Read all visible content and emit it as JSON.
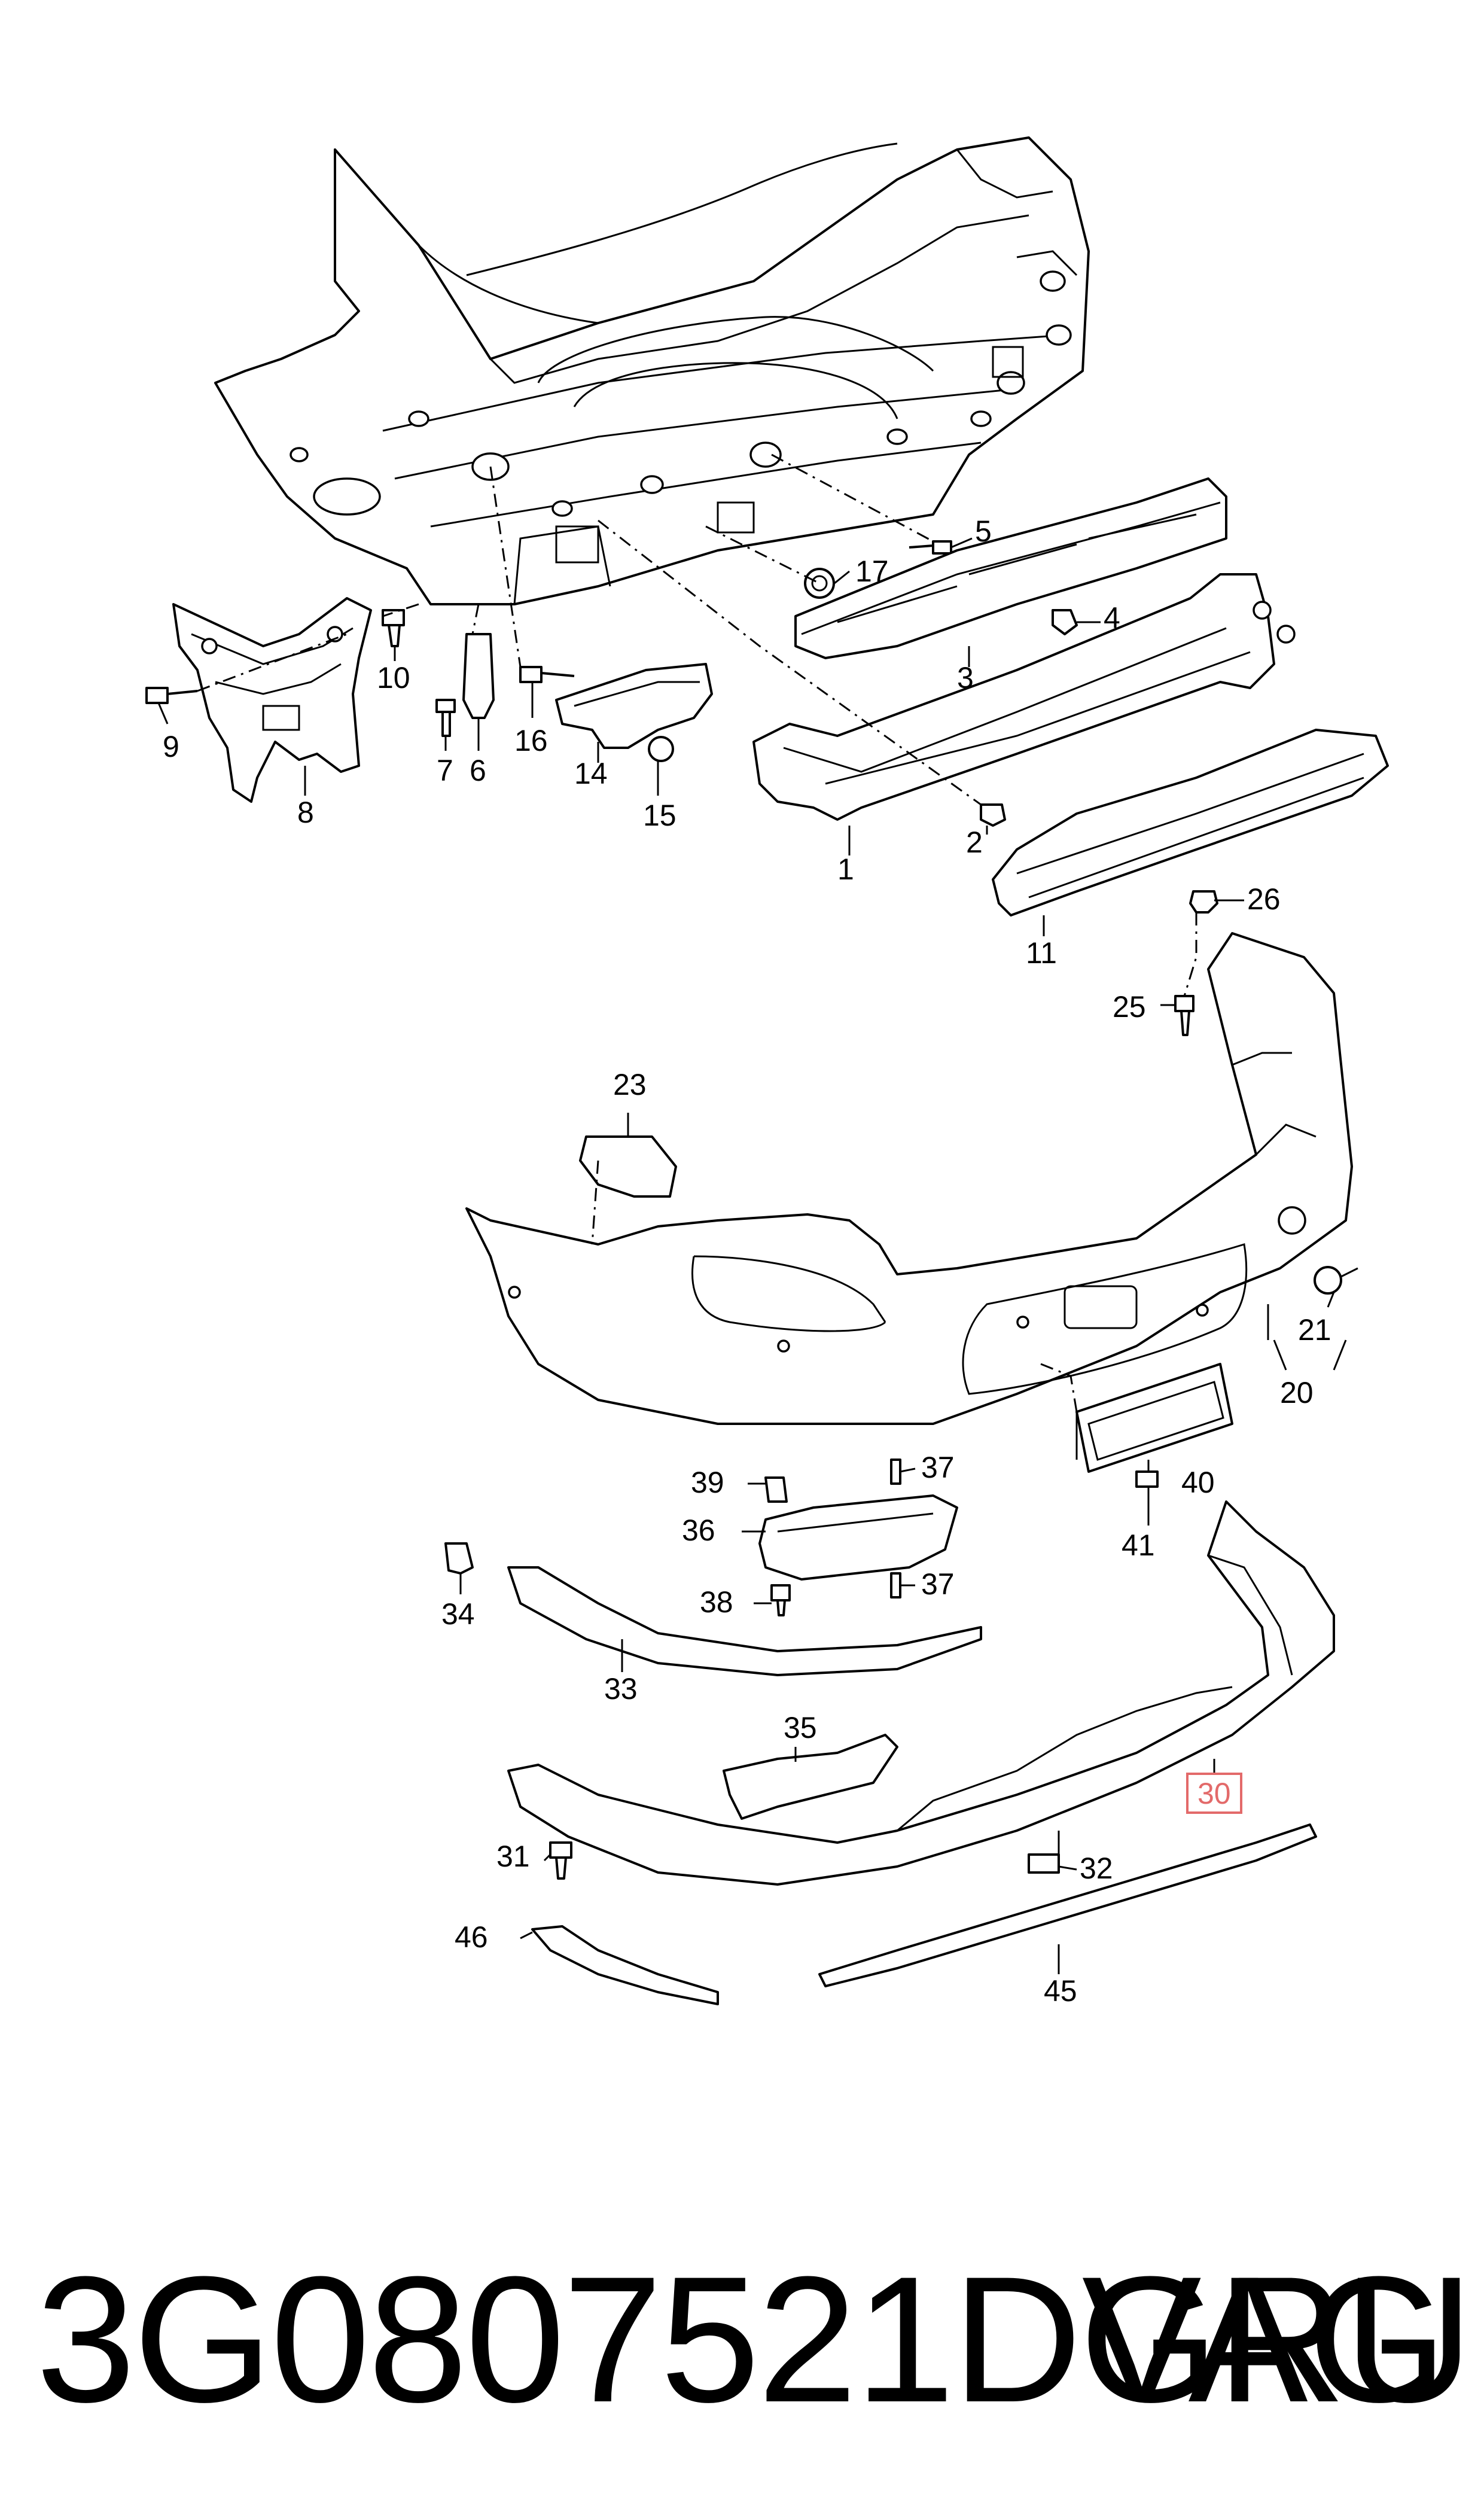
{
  "diagram": {
    "callouts": [
      "1",
      "2",
      "3",
      "4",
      "5",
      "6",
      "7",
      "8",
      "9",
      "10",
      "11",
      "14",
      "15",
      "16",
      "17",
      "20",
      "21",
      "23",
      "25",
      "26",
      "30",
      "31",
      "32",
      "33",
      "34",
      "35",
      "36",
      "37",
      "37",
      "38",
      "39",
      "40",
      "41",
      "45",
      "46"
    ],
    "highlighted": "30",
    "highlight_color": "#e36a6a"
  },
  "footer": {
    "part_number": "3G0807521DGRU",
    "brand": "VAG"
  }
}
